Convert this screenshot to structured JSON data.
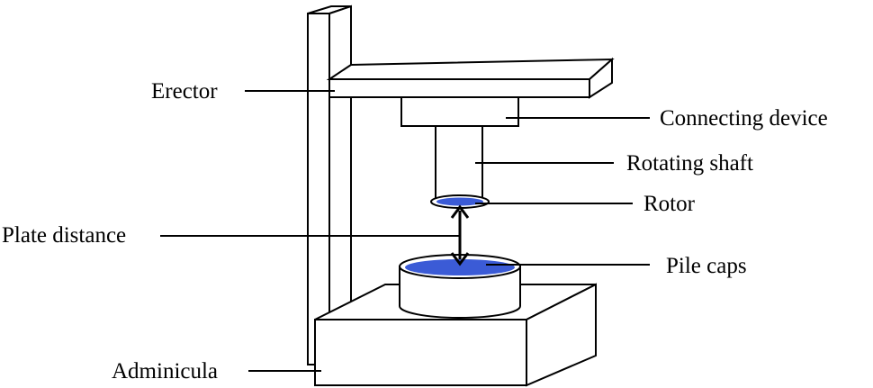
{
  "labels": {
    "erector": "Erector",
    "connecting_device": "Connecting device",
    "rotating_shaft": "Rotating shaft",
    "rotor": "Rotor",
    "plate_distance": "Plate distance",
    "pile_caps": "Pile caps",
    "adminicula": "Adminicula"
  },
  "colors": {
    "outline": "#000000",
    "liquid_fill": "#3b5bd6",
    "background": "#ffffff"
  }
}
